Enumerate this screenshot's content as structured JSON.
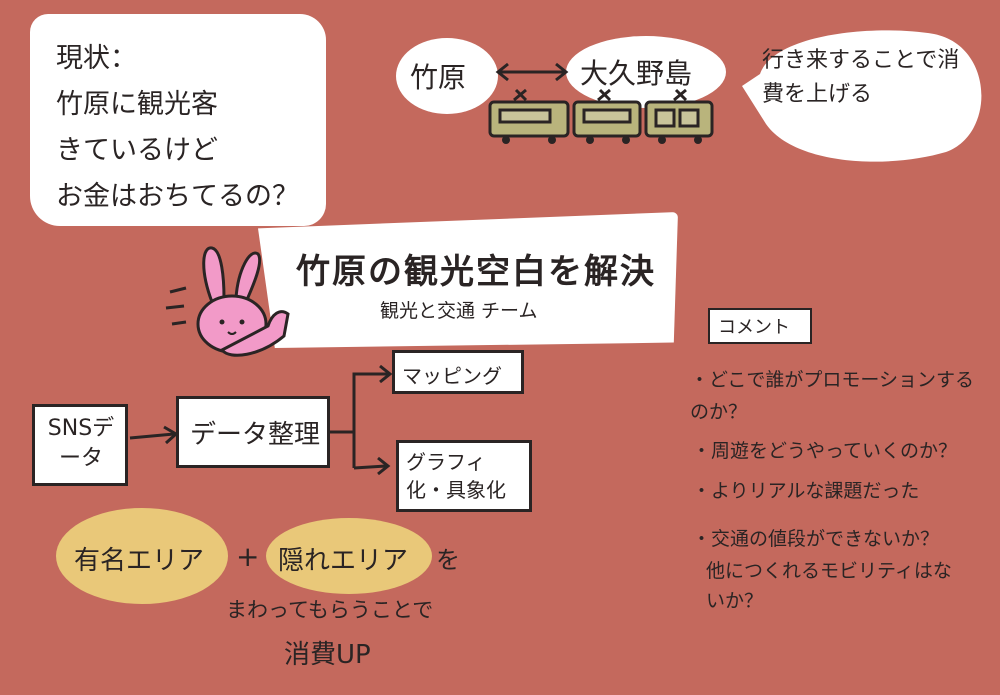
{
  "note": {
    "text": "現状：\n竹原に観光客\nきているけど\nお金はおちてるの？"
  },
  "route": {
    "from": "竹原",
    "to": "大久野島",
    "bubble": "行き来することで消費を上げる"
  },
  "title": {
    "main": "竹原の観光空白を解決",
    "sub": "観光と交通 チーム"
  },
  "flow": {
    "source": "SNSデータ",
    "process": "データ整理",
    "output_1": "マッピング",
    "output_2": "グラフィ化・具象化"
  },
  "areas": {
    "famous": "有名エリア",
    "plus": "+",
    "hidden": "隠れエリア",
    "particle": "を",
    "line_2": "まわってもらうことで",
    "line_3": "消費UP"
  },
  "comments": {
    "header": "コメント",
    "items": [
      "・どこで誰がプロモーションするのか？",
      "・周遊をどうやっていくのか？",
      "・よりリアルな課題だった",
      "・交通の値段ができないか？",
      "他につくれるモビリティはないか？"
    ]
  },
  "colors": {
    "background": "#c4695d",
    "yellow": "#e9c879",
    "train": "#b9b47c",
    "rabbit": "#f29ac8"
  }
}
